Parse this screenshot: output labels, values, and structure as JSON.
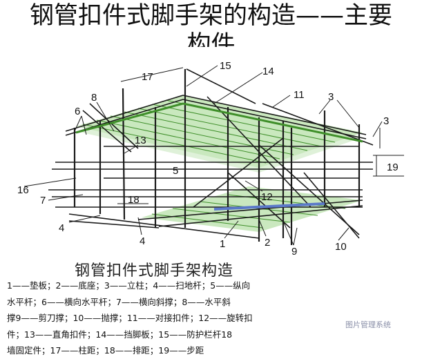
{
  "title": {
    "line1": "钢管扣件式脚手架的构造——主要",
    "line2": "构件"
  },
  "caption": "钢管扣件式脚手架构造",
  "callouts": [
    "17",
    "15",
    "14",
    "11",
    "3",
    "8",
    "6",
    "3",
    "13",
    "5",
    "19",
    "16",
    "12",
    "7",
    "18",
    "4",
    "4",
    "1",
    "2",
    "9",
    "10"
  ],
  "legend": [
    "1——垫板；2——底座；3——立柱；4——扫地杆；5——纵向",
    "水平杆；6——横向水平杆；7——横向斜撑；8——水平斜",
    "撑9——剪刀撑；10——抛撑；11——对接扣件；12——旋转扣",
    "件；13——直角扣件；14——挡脚板；15——防护栏杆18",
    "墙固定件；17——柱距；18——排距；19——步距"
  ],
  "colors": {
    "lines": "#1a1a1a",
    "boards": "#3f8f2a",
    "board_fill": "#9fd68a"
  },
  "watermark": "图片管理系统"
}
